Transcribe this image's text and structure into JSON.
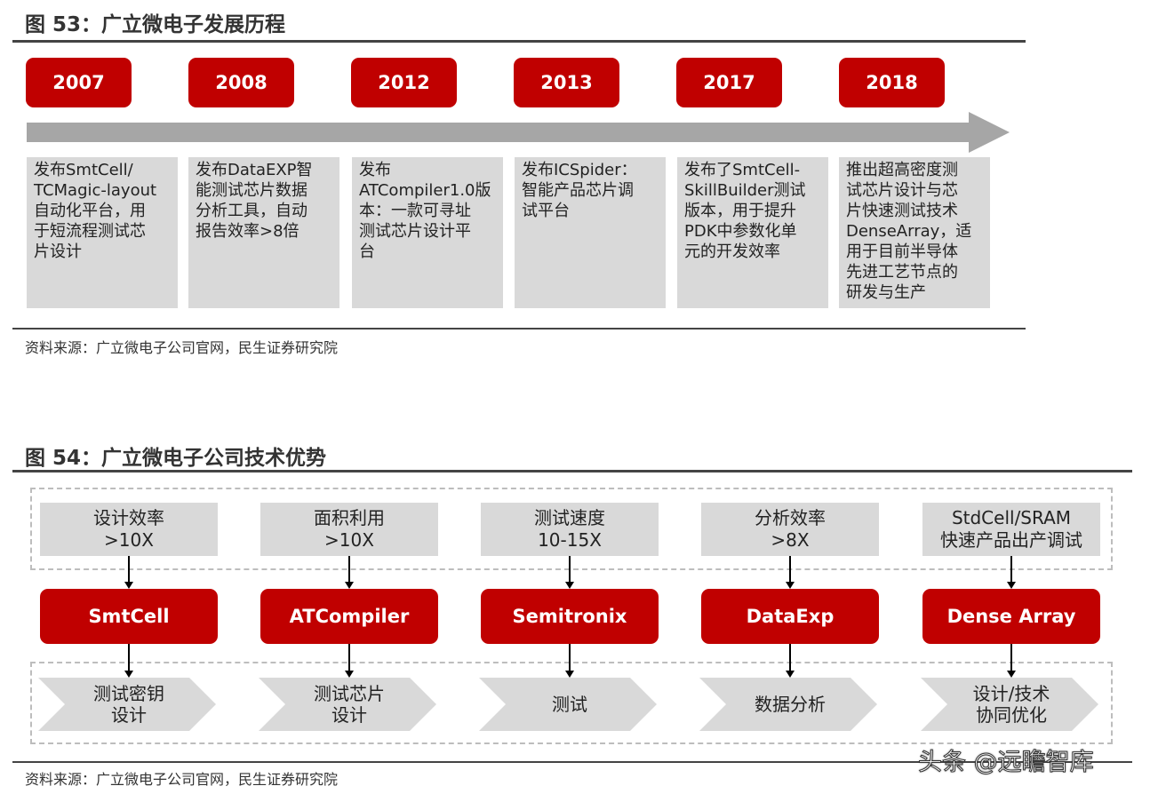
{
  "fig53": {
    "title": "图 53：广立微电子发展历程",
    "milestones": [
      {
        "year": "2007",
        "lines": [
          "发布SmtCell/",
          "TCMagic-layout",
          "自动化平台，用",
          "于短流程测试芯",
          "片设计"
        ]
      },
      {
        "year": "2008",
        "lines": [
          "发布DataEXP智",
          "能测试芯片数据",
          "分析工具，自动",
          "报告效率>8倍"
        ]
      },
      {
        "year": "2012",
        "lines": [
          "发布",
          "ATCompiler1.0版",
          "本：一款可寻址",
          "测试芯片设计平",
          "台"
        ]
      },
      {
        "year": "2013",
        "lines": [
          "发布ICSpider：",
          "智能产品芯片调",
          "试平台"
        ]
      },
      {
        "year": "2017",
        "lines": [
          "发布了SmtCell-",
          "SkillBuilder测试",
          "版本，用于提升",
          "PDK中参数化单",
          "元的开发效率"
        ]
      },
      {
        "year": "2018",
        "lines": [
          "推出超高密度测",
          "试芯片设计与芯",
          "片快速测试技术",
          "DenseArray，适",
          "用于目前半导体",
          "先进工艺节点的",
          "研发与生产"
        ]
      }
    ],
    "source": "资料来源：广立微电子公司官网，民生证券研究院"
  },
  "fig54": {
    "title": "图 54：广立微电子公司技术优势",
    "columns": [
      {
        "metric": [
          "设计效率",
          ">10X"
        ],
        "product": "SmtCell",
        "application": [
          "测试密钥",
          "设计"
        ]
      },
      {
        "metric": [
          "面积利用",
          ">10X"
        ],
        "product": "ATCompiler",
        "application": [
          "测试芯片",
          "设计"
        ]
      },
      {
        "metric": [
          "测试速度",
          "10-15X"
        ],
        "product": "Semitronix",
        "application": [
          "测试"
        ]
      },
      {
        "metric": [
          "分析效率",
          ">8X"
        ],
        "product": "DataExp",
        "application": [
          "数据分析"
        ]
      },
      {
        "metric": [
          "StdCell/SRAM",
          "快速产品出产调试"
        ],
        "product": "Dense Array",
        "application": [
          "设计/技术",
          "协同优化"
        ]
      }
    ],
    "source": "资料来源：广立微电子公司官网，民生证券研究院"
  },
  "watermark": "头条 @远瞻智库",
  "colors": {
    "accent_red": "#c00000",
    "box_grey": "#d9d9d9",
    "arrow_grey": "#a6a6a6",
    "dash_grey": "#bdbdbd"
  }
}
